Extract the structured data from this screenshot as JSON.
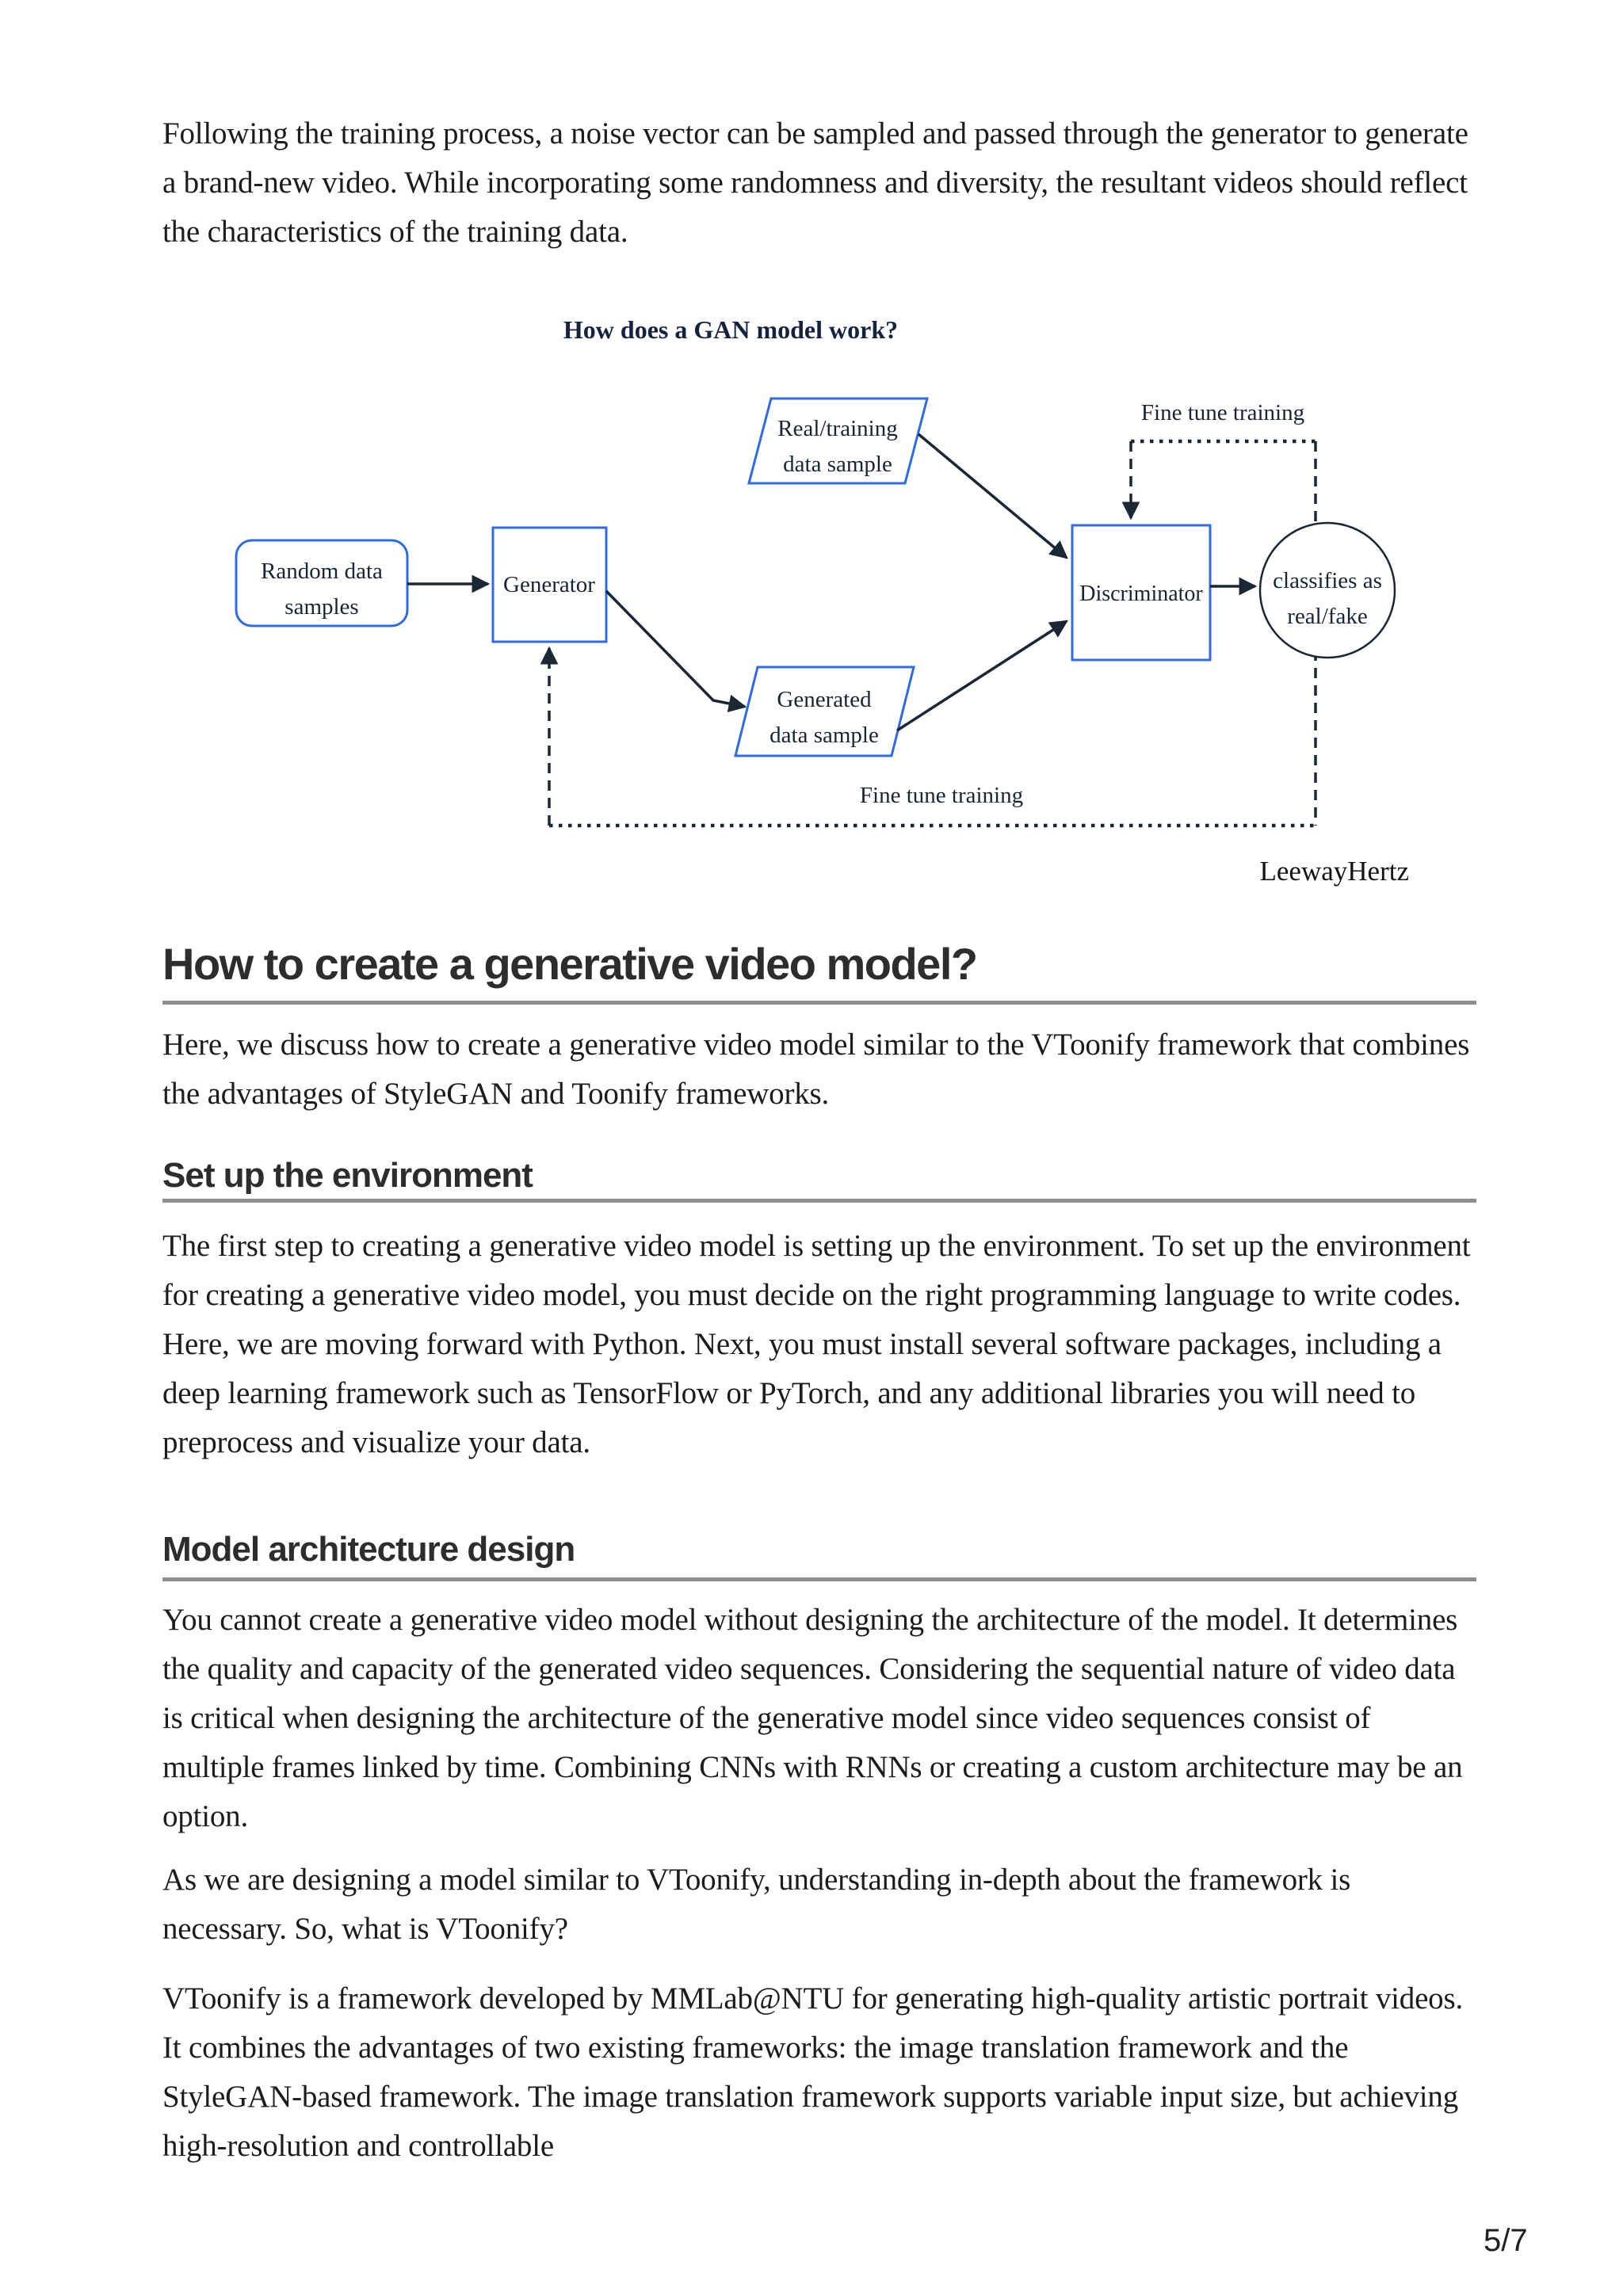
{
  "content": {
    "paragraph_top": "Following the training process, a noise vector can be sampled and passed through the generator to generate a brand-new video. While incorporating some randomness and diversity, the resultant videos should reflect the characteristics of the training data.",
    "main_heading": "How to create a generative video model?",
    "intro_paragraph": "Here, we discuss how to create a generative video model similar to the VToonify framework that combines the advantages of StyleGAN and Toonify frameworks.",
    "sections": [
      {
        "heading": "Set up the environment",
        "paragraphs": [
          "The first step to creating a generative video model is setting up the environment. To set up the environment for creating a generative video model, you must decide on the right programming language to write codes. Here, we are moving forward with Python. Next, you must install several software packages, including a deep learning framework such as TensorFlow or PyTorch, and any additional libraries you will need to preprocess and visualize your data."
        ]
      },
      {
        "heading": "Model architecture design",
        "paragraphs": [
          "You cannot create a generative video model without designing the architecture of the model. It determines the quality and capacity of the generated video sequences. Considering the sequential nature of video data is critical when designing the architecture of the generative model since video sequences consist of multiple frames linked by time. Combining CNNs with RNNs or creating a custom architecture may be an option.",
          "As we are designing a model similar to VToonify, understanding in-depth about the framework is necessary. So, what is VToonify?",
          "VToonify is a framework developed by MMLab@NTU for generating high-quality artistic portrait videos. It combines the advantages of two existing frameworks: the image translation framework and the StyleGAN-based framework. The image translation framework supports variable input size, but achieving high-resolution and controllable"
        ]
      }
    ],
    "page_number": "5/7"
  },
  "diagram": {
    "title": "How does a GAN model work?",
    "credit": "LeewayHertz",
    "fine_tune_training_top": "Fine tune training",
    "fine_tune_training_bottom": "Fine tune training",
    "nodes": {
      "random_data": {
        "line1": "Random data",
        "line2": "samples"
      },
      "generator": {
        "label": "Generator"
      },
      "real_training": {
        "line1": "Real/training",
        "line2": "data sample"
      },
      "generated": {
        "line1": "Generated",
        "line2": "data sample"
      },
      "discriminator": {
        "label": "Discriminator"
      },
      "output": {
        "line1": "classifies as",
        "line2": "real/fake"
      }
    },
    "colors": {
      "node_stroke": "#2e6be4",
      "line": "#1b2735",
      "text": "#1a2433"
    }
  }
}
